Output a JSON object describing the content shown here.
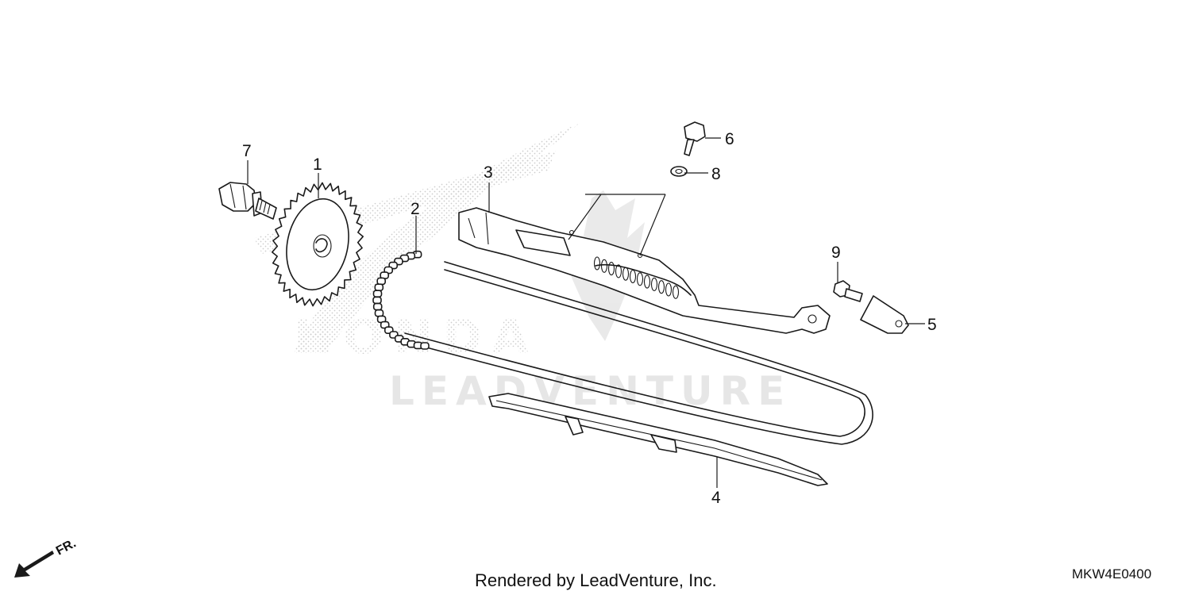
{
  "footer": {
    "credit": "Rendered by LeadVenture, Inc.",
    "diagram_code": "MKW4E0400"
  },
  "direction_marker": {
    "label": "FR.",
    "icon": "front-direction-arrow-icon"
  },
  "watermarks": {
    "brand": "LEADVENTURE",
    "wordmark": "HONDA"
  },
  "callouts": [
    {
      "number": "1",
      "part": "cam-sprocket"
    },
    {
      "number": "2",
      "part": "cam-chain"
    },
    {
      "number": "3",
      "part": "cam-chain-tensioner"
    },
    {
      "number": "4",
      "part": "cam-chain-guide"
    },
    {
      "number": "5",
      "part": "tensioner-holder"
    },
    {
      "number": "6",
      "part": "flange-bolt"
    },
    {
      "number": "7",
      "part": "sprocket-bolt"
    },
    {
      "number": "8",
      "part": "washer"
    },
    {
      "number": "9",
      "part": "holder-bolt"
    }
  ]
}
